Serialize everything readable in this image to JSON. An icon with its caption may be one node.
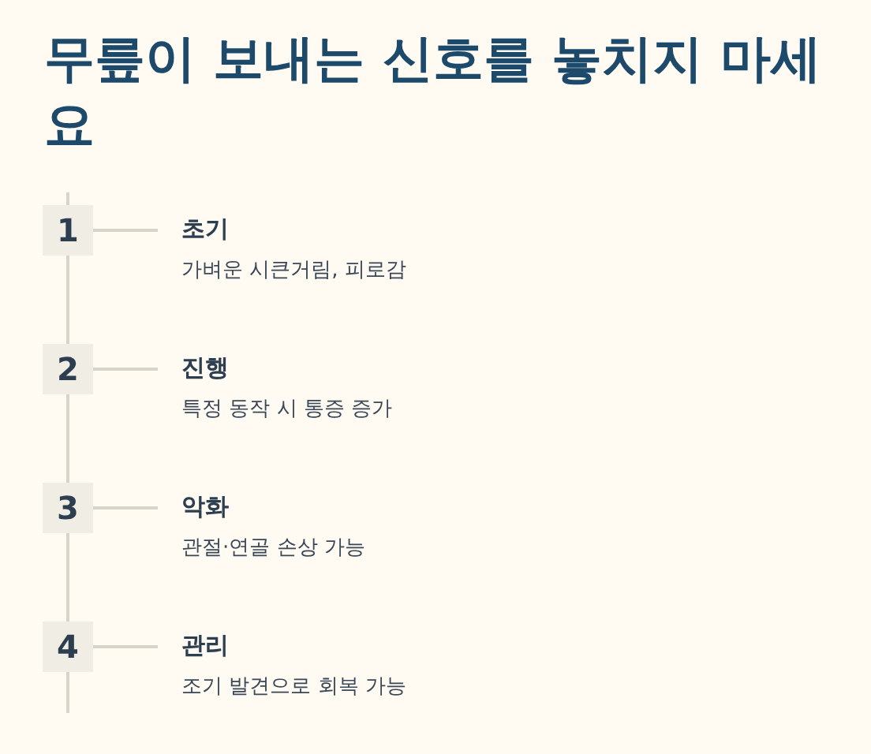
{
  "diagram": {
    "title": "무릎이 보내는 신호를 놓치지 마세요",
    "nodes": [
      {
        "text": [
          "1"
        ]
      },
      {
        "text": [
          "초기",
          "가벼운 시큰거림, 피로감"
        ]
      },
      {
        "text": [
          "2"
        ]
      },
      {
        "text": [
          "진행",
          "특정 동작 시 통증 증가"
        ]
      },
      {
        "text": [
          "3"
        ]
      },
      {
        "text": [
          "악화",
          "관절·연골 손상 가능"
        ]
      },
      {
        "text": [
          "4"
        ]
      },
      {
        "text": [
          "관리",
          "조기 발견으로 회복 가능"
        ]
      }
    ],
    "edges": [
      {
        "from": 0,
        "to": 1,
        "arrow": "none"
      },
      {
        "from": 2,
        "to": 3,
        "arrow": "none"
      },
      {
        "from": 4,
        "to": 5,
        "arrow": "none"
      },
      {
        "from": 6,
        "to": 7,
        "arrow": "none"
      },
      {
        "from": 0,
        "to": 2,
        "arrow": "none"
      },
      {
        "from": 2,
        "to": 4,
        "arrow": "none"
      },
      {
        "from": 4,
        "to": 6,
        "arrow": "none"
      }
    ]
  }
}
